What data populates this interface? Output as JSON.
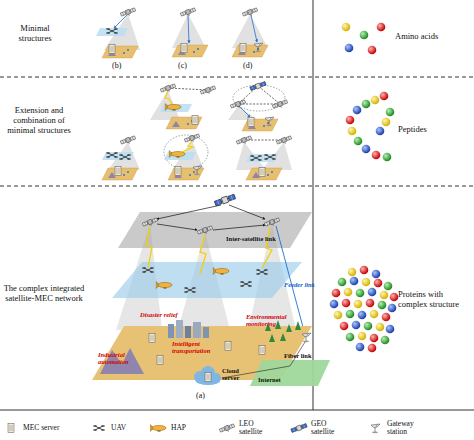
{
  "diagram": {
    "nodes": [
      {
        "text": [
          "Minimal structures"
        ]
      },
      {
        "text": [
          "Amino acids"
        ]
      },
      {
        "text": [
          "Extension and combination of minimal structures"
        ]
      },
      {
        "text": [
          "Peptides"
        ]
      },
      {
        "text": [
          "The complex integrated satellite-MEC network"
        ]
      },
      {
        "text": [
          "Proteins with complex structure"
        ]
      }
    ],
    "labels": [
      "(b)",
      "(c)",
      "(d)",
      "Inter-satellite link",
      "Feeder link",
      "Disaster relief",
      "Environmental monitoring",
      "Intelligent transportation",
      "Fiber link",
      "Industrial automation",
      "Cloud server",
      "Internet",
      "(a)"
    ],
    "legend": [
      {
        "text": "MEC server"
      },
      {
        "text": "UAV"
      },
      {
        "text": "HAP"
      },
      {
        "text": "LEO satellite"
      },
      {
        "text": "GEO satellite"
      },
      {
        "text": "Gateway station"
      }
    ]
  }
}
